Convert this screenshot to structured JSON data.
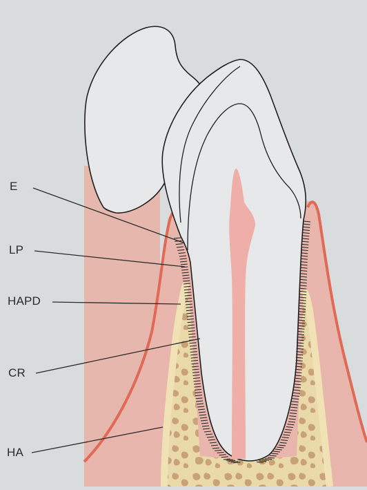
{
  "labels": {
    "e": "E",
    "lp": "LP",
    "hapd": "HAPD",
    "cr": "CR",
    "ha": "HA"
  },
  "colors": {
    "page": "#d9dcdd",
    "soft_tissue": "#e9b6ae",
    "gingiva_edge": "#e06a55",
    "bone": "#ead9a9",
    "bone_marrow": "#c9a27a",
    "pulp": "#efaea7",
    "tooth_outline": "#1e1e1e",
    "tooth_fill": "#e6e8ea"
  }
}
